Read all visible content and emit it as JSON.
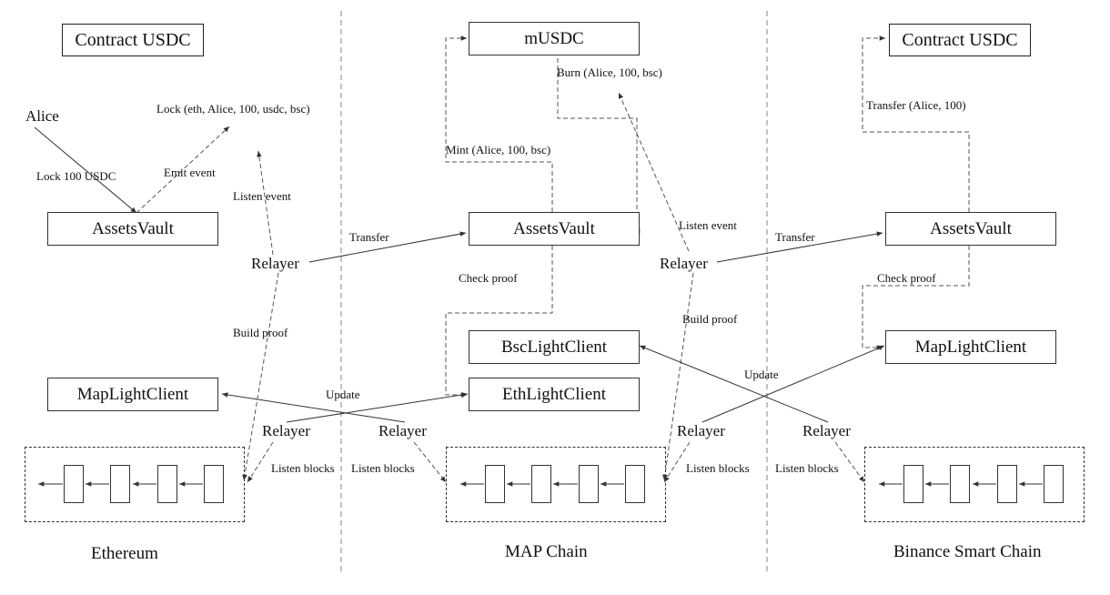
{
  "chains": {
    "ethereum": "Ethereum",
    "map": "MAP Chain",
    "bsc": "Binance Smart Chain"
  },
  "boxes": {
    "eth_contract_usdc": "Contract USDC",
    "eth_assets_vault": "AssetsVault",
    "eth_map_light_client": "MapLightClient",
    "map_musdc": "mUSDC",
    "map_assets_vault": "AssetsVault",
    "map_bsc_light_client": "BscLightClient",
    "map_eth_light_client": "EthLightClient",
    "bsc_contract_usdc": "Contract USDC",
    "bsc_assets_vault": "AssetsVault",
    "bsc_map_light_client": "MapLightClient"
  },
  "actors": {
    "alice": "Alice",
    "relayer": "Relayer"
  },
  "labels": {
    "lock_event": "Lock (eth, Alice, 100, usdc, bsc)",
    "lock_100": "Lock 100 USDC",
    "emit_event": "Emit event",
    "listen_event": "Listen event",
    "transfer": "Transfer",
    "build_proof": "Build proof",
    "update": "Update",
    "listen_blocks": "Listen blocks",
    "mint": "Mint (Alice, 100, bsc)",
    "burn": "Burn (Alice, 100, bsc)",
    "check_proof": "Check proof",
    "transfer_alice": "Transfer (Alice, 100)"
  }
}
